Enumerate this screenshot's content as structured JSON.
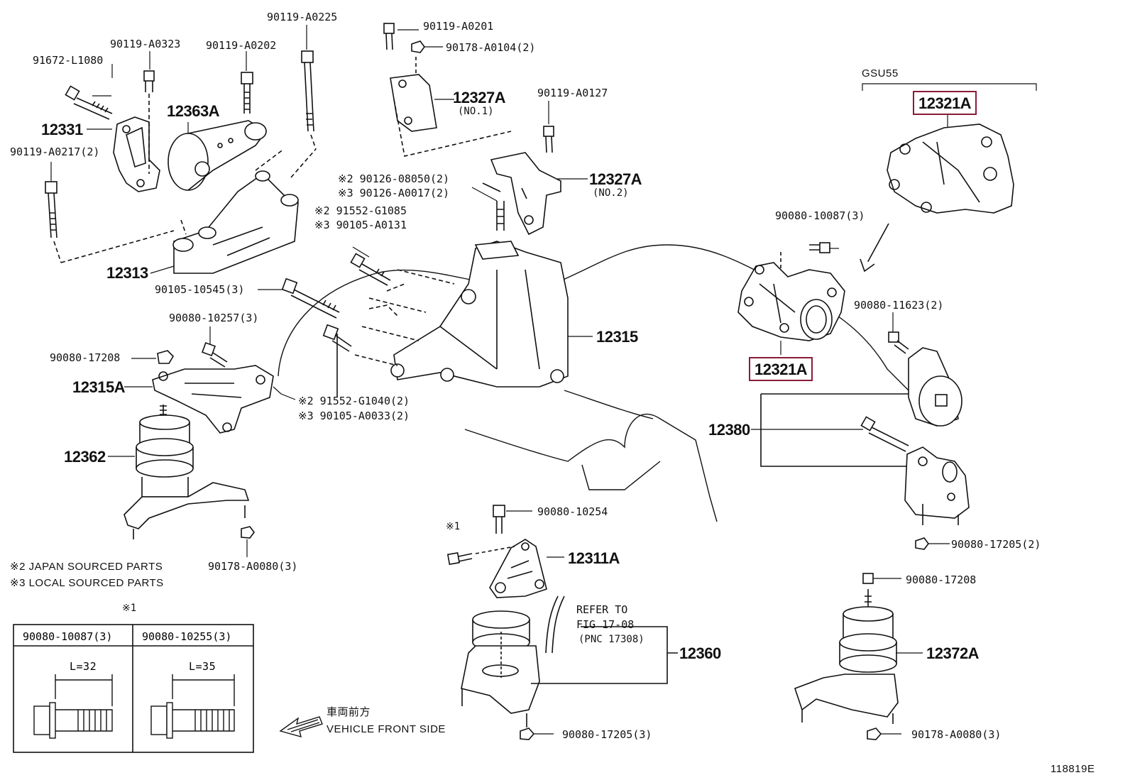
{
  "variant": "GSU55",
  "highlight_color": "#8b1a3a",
  "callouts": {
    "p91672_L1080": "91672-L1080",
    "p90119_A0323": "90119-A0323",
    "p90119_A0202": "90119-A0202",
    "p90119_A0225": "90119-A0225",
    "p90119_A0201": "90119-A0201",
    "p90178_A0104": "90178-A0104(2)",
    "p12327A_1": "12327A",
    "p12327A_1_sub": "(NO.1)",
    "p90119_A0127": "90119-A0127",
    "p12327A_2": "12327A",
    "p12327A_2_sub": "(NO.2)",
    "p12363A": "12363A",
    "p12331": "12331",
    "p90119_A0217": "90119-A0217(2)",
    "p12313": "12313",
    "p90105_10545": "90105-10545(3)",
    "p90126_08050": "※2 90126-08050(2)",
    "p90126_A0017": "※3 90126-A0017(2)",
    "p91552_G1085": "※2 91552-G1085",
    "p90105_A0131": "※3 90105-A0131",
    "p90080_10257": "90080-10257(3)",
    "p90080_17208a": "90080-17208",
    "p12315A": "12315A",
    "p12315": "12315",
    "p91552_G1040": "※2  91552-G1040(2)",
    "p90105_A0033": "※3  90105-A0033(2)",
    "p12362": "12362",
    "p90178_A0080a": "90178-A0080(3)",
    "p12321A_top": "12321A",
    "p90080_10087": "90080-10087(3)",
    "p12321A_mid": "12321A",
    "p90080_11623": "90080-11623(2)",
    "p12380": "12380",
    "p90080_17205b": "90080-17205(2)",
    "p90080_10254": "90080-10254",
    "x1": "※1",
    "p12311A": "12311A",
    "refer1": "REFER TO",
    "refer2": "FIG 17-08",
    "refer3": "(PNC 17308)",
    "p12360": "12360",
    "p90080_17205c": "90080-17205(3)",
    "p90080_17208b": "90080-17208",
    "p12372A": "12372A",
    "p90178_A0080b": "90178-A0080(3)"
  },
  "notes": {
    "japan": "※2 JAPAN SOURCED PARTS",
    "local": "※3 LOCAL SOURCED PARTS",
    "table_mark": "※1"
  },
  "table": {
    "col1_header": "90080-10087(3)",
    "col2_header": "90080-10255(3)",
    "col1_length": "L=32",
    "col2_length": "L=35"
  },
  "front": {
    "jp": "車両前方",
    "en": "VEHICLE FRONT SIDE"
  },
  "figure_id": "118819E"
}
